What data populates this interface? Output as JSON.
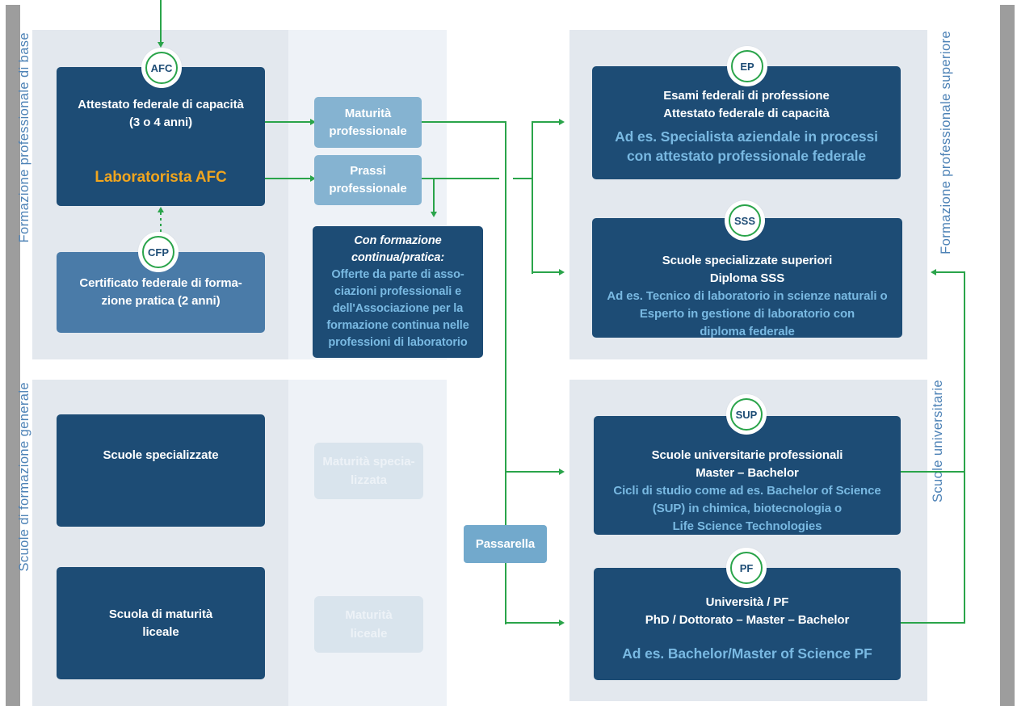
{
  "colors": {
    "navy_box": "#1d4c75",
    "steel_box": "#4a7ba8",
    "light_blue_box": "#85b3d1",
    "passarella_box": "#72a9cc",
    "faded_box": "#d9e4ed",
    "faded_text": "#edf2f7",
    "panel_bg": "#e3e8ee",
    "strip_bg": "#eef2f7",
    "arrow_green": "#2aa44a",
    "highlight_orange": "#f0a51e",
    "example_text_blue": "#79b9e2",
    "section_label_blue": "#4d82b6",
    "frame_gray": "#9d9d9d"
  },
  "section_labels": {
    "top_left": "Formazione professionale di base",
    "bottom_left": "Scuole di formazione generale",
    "top_right": "Formazione professionale superiore",
    "bottom_right": "Scuole universitarie"
  },
  "badges": {
    "afc": "AFC",
    "cfp": "CFP",
    "ep": "EP",
    "sss": "SSS",
    "sup": "SUP",
    "pf": "PF"
  },
  "afc_box": {
    "line1": "Attestato federale di capacità",
    "line2": "(3 o 4 anni)",
    "highlight": "Laboratorista AFC"
  },
  "cfp_box": {
    "line1": "Certificato federale di forma-",
    "line2": "zione pratica (2 anni)"
  },
  "maturita_professionale": {
    "line1": "Maturità",
    "line2": "professionale"
  },
  "prassi_professionale": {
    "line1": "Prassi",
    "line2": "professionale"
  },
  "con_formazione": {
    "title_line1": "Con formazione",
    "title_line2": "continua/pratica:",
    "body_line1": "Offerte da parte di asso-",
    "body_line2": "ciazioni professionali e",
    "body_line3": "dell'Associazione per la",
    "body_line4": "formazione continua nelle",
    "body_line5": "professioni di laboratorio"
  },
  "ep_box": {
    "line1": "Esami federali di professione",
    "line2": "Attestato federale di capacità",
    "example_line1": "Ad es. Specialista aziendale in processi",
    "example_line2": "con attestato professionale federale"
  },
  "sss_box": {
    "line1": "Scuole specializzate superiori",
    "line2": "Diploma SSS",
    "example_line1": "Ad es. Tecnico di laboratorio in scienze naturali o",
    "example_line2": "Esperto in gestione di laboratorio con",
    "example_line3": "diploma federale"
  },
  "scuole_specializzate": {
    "line1": "Scuole specializzate"
  },
  "scuola_maturita_liceale": {
    "line1": "Scuola di maturità",
    "line2": "liceale"
  },
  "maturita_specializzata": {
    "line1": "Maturità specia-",
    "line2": "lizzata"
  },
  "maturita_liceale": {
    "line1": "Maturità",
    "line2": "liceale"
  },
  "passarella": {
    "label": "Passarella"
  },
  "sup_box": {
    "line1": "Scuole universitarie professionali",
    "line2": "Master – Bachelor",
    "example_line1": "Cicli di studio come ad es. Bachelor of Science",
    "example_line2": "(SUP) in chimica, biotecnologia o",
    "example_line3": "Life Science Technologies"
  },
  "pf_box": {
    "line1": "Università / PF",
    "line2": "PhD / Dottorato – Master – Bachelor",
    "example_line1": "Ad es. Bachelor/Master of Science PF"
  }
}
